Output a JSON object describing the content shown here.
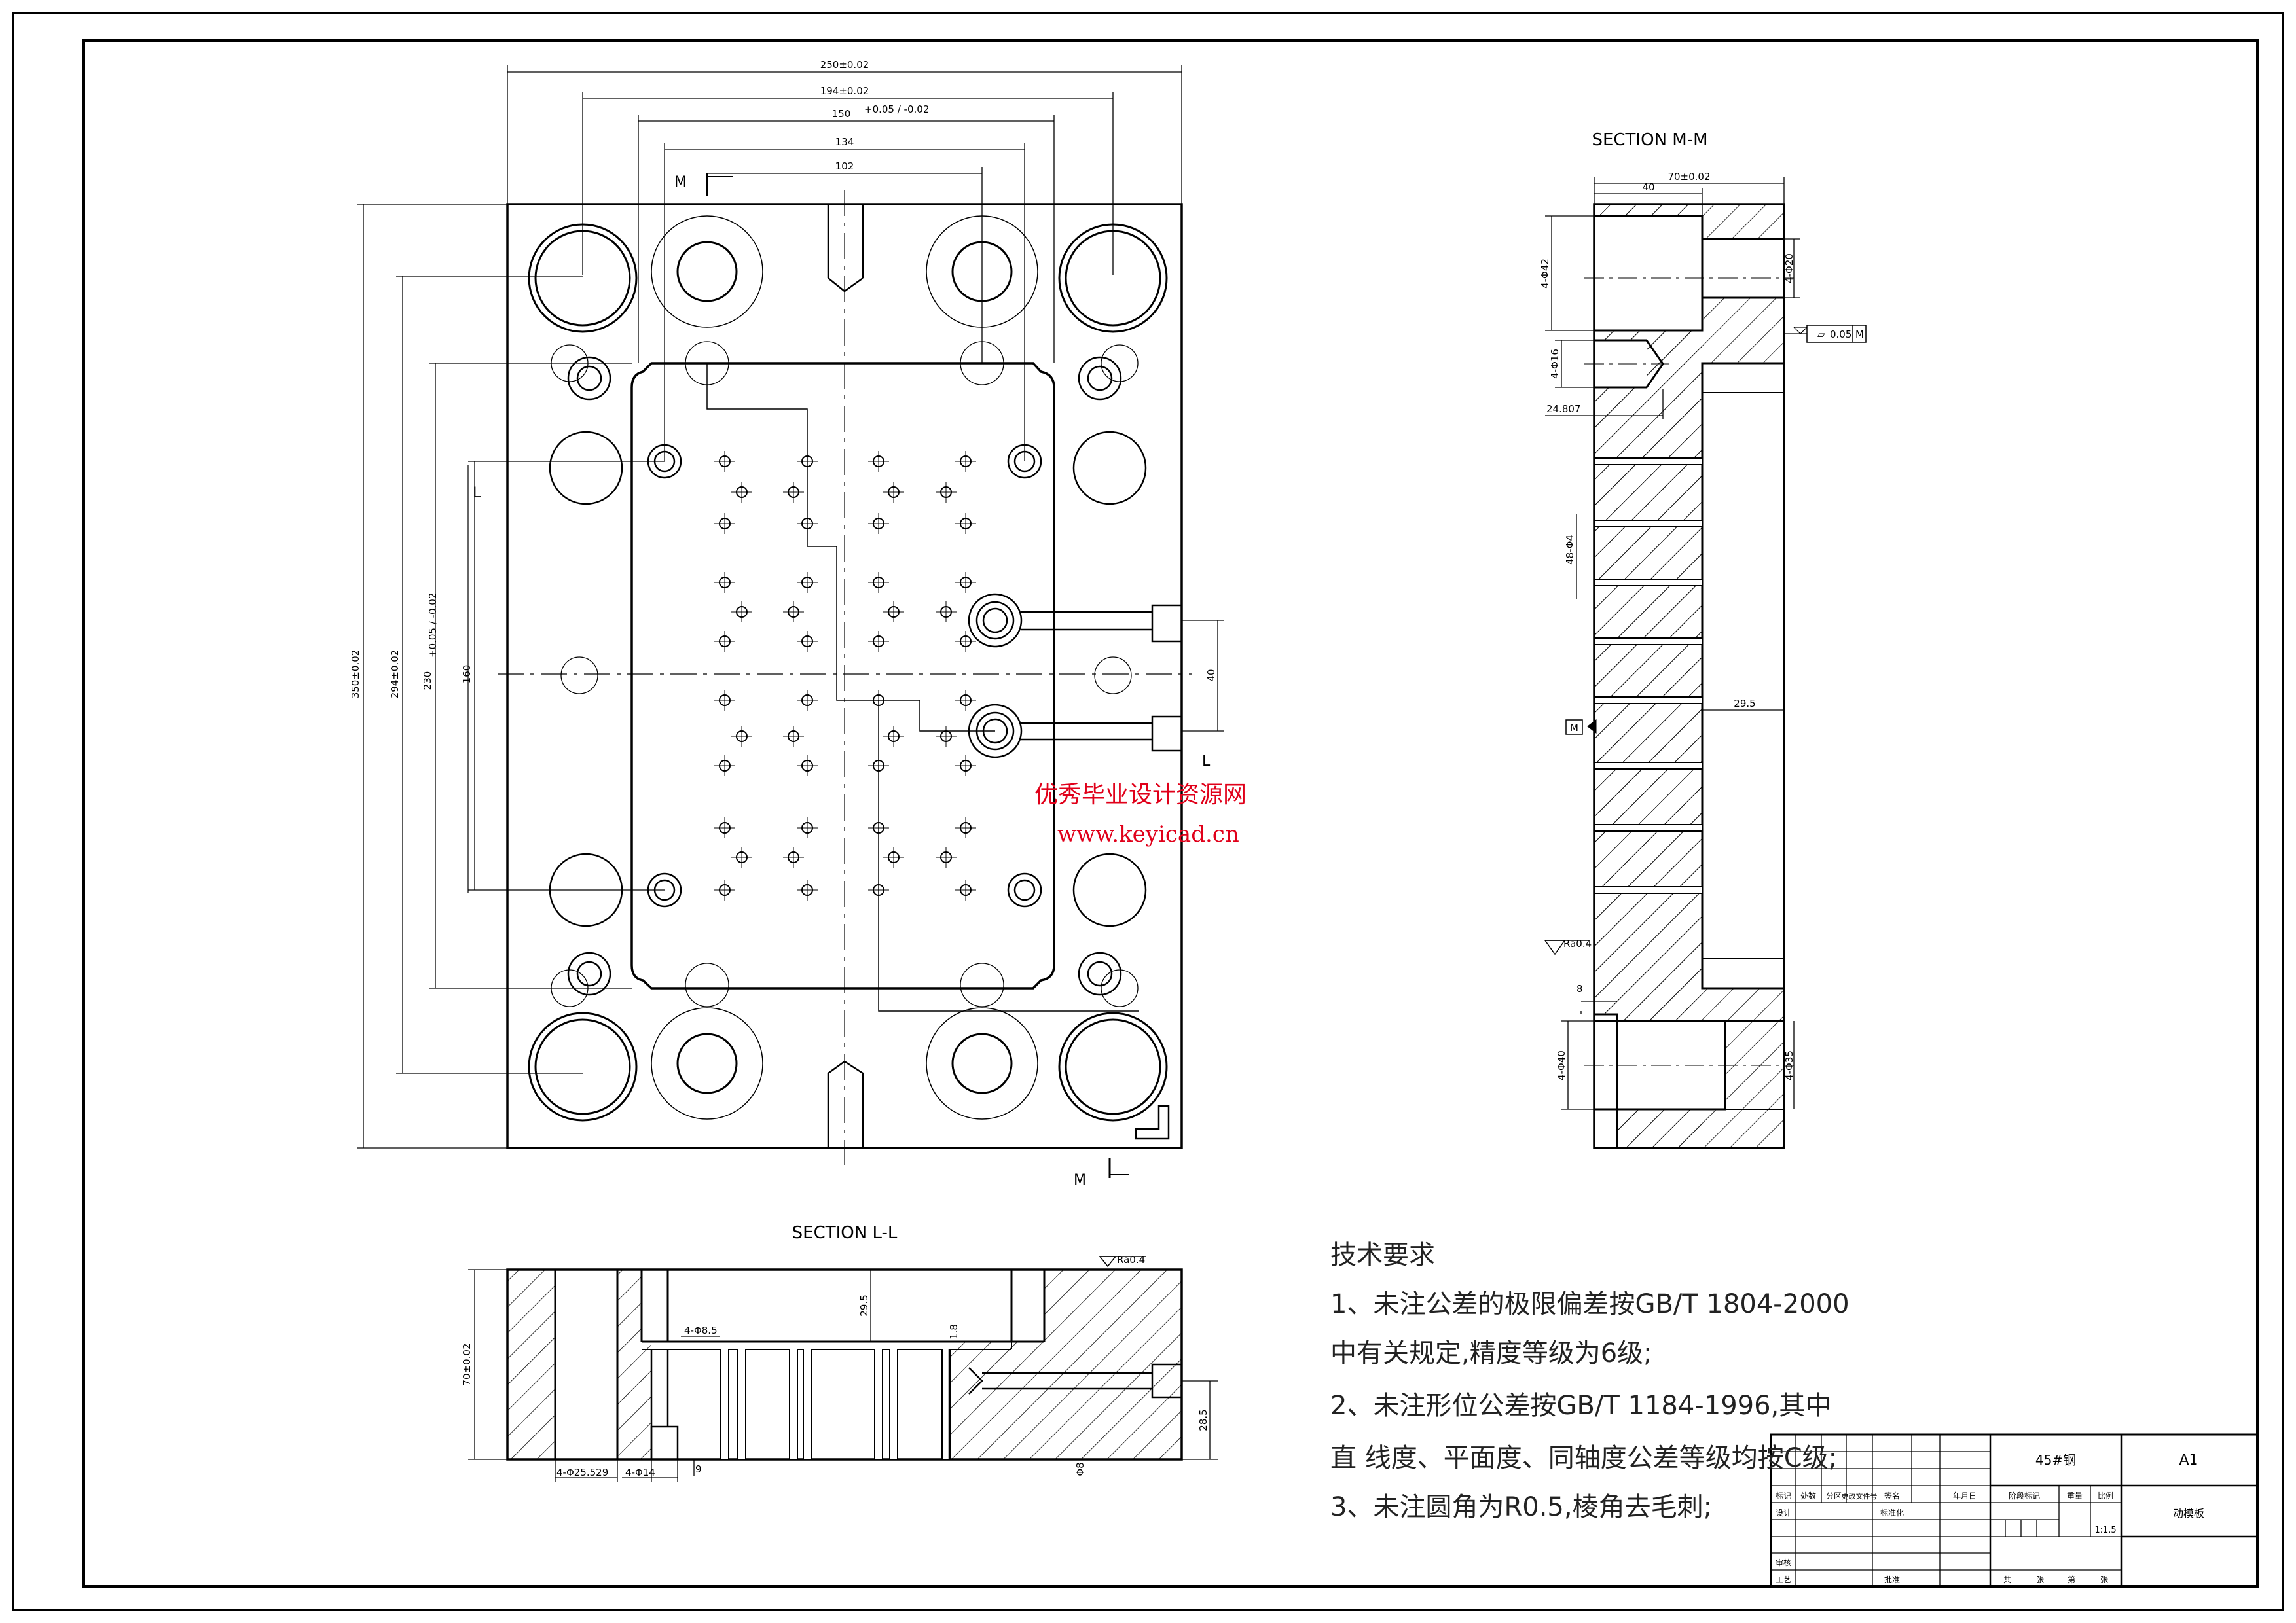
{
  "drawing": {
    "section_mm_title": "SECTION M-M",
    "section_ll_title": "SECTION L-L",
    "cut_label_m": "M",
    "cut_label_l": "L",
    "plan_dims": {
      "overall_width": "250±0.02",
      "pin_spacing_x": "194±0.02",
      "inner_x": "150",
      "inner_x_tol": "+0.05 / -0.02",
      "pocket_width": "134",
      "offset_102": "102",
      "overall_height": "350±0.02",
      "pin_spacing_y": "294±0.02",
      "inner_y": "230",
      "inner_y_tol": "+0.05 / -0.02",
      "y_160": "160",
      "y_40": "40"
    },
    "mm_dims": {
      "thickness": "70±0.02",
      "depth_40": "40",
      "d42": "4-Φ42",
      "d20": "4-Φ20",
      "d16": "4-Φ16",
      "d24_807": "24.807",
      "d48_4": "48-Φ4",
      "d29_5": "29.5",
      "d8": "8",
      "d4_40": "4-Φ40",
      "d4_35": "4-Φ35",
      "flatness": "0.05",
      "datum": "M",
      "roughness": "Ra0.4"
    },
    "ll_dims": {
      "thickness": "70±0.02",
      "d29_5": "29.5",
      "d4_8_5": "4-Φ8.5",
      "d1_8": "1.8",
      "d28_5": "28.5",
      "d8": "Φ8",
      "d4_25_529": "4-Φ25.529",
      "d4_14": "4-Φ14",
      "d9": "9",
      "roughness": "Ra0.4"
    }
  },
  "watermark": {
    "line1": "优秀毕业设计资源网",
    "line2": "www.keyicad.cn"
  },
  "requirements": {
    "title": "技术要求",
    "lines": [
      "1、未注公差的极限偏差按GB/T 1804-2000",
      "中有关规定,精度等级为6级;",
      "2、未注形位公差按GB/T 1184-1996,其中",
      "直 线度、平面度、同轴度公差等级均按C级;",
      "3、未注圆角为R0.5,棱角去毛刺;"
    ]
  },
  "title_block": {
    "material": "45#钢",
    "sheet_size": "A1",
    "part_name": "动模板",
    "row_marks": "标记",
    "row_count": "处数",
    "row_zone": "分区",
    "row_doc": "更改文件号",
    "row_sign": "签名",
    "row_date": "年月日",
    "design": "设计",
    "standard": "标准化",
    "stage_mark": "阶段标记",
    "weight": "重量",
    "scale_label": "比例",
    "scale": "1:1.5",
    "review": "审核",
    "process": "工艺",
    "approve": "批准",
    "total": "共",
    "sheets": "张",
    "page": "第",
    "sheet2": "张"
  }
}
